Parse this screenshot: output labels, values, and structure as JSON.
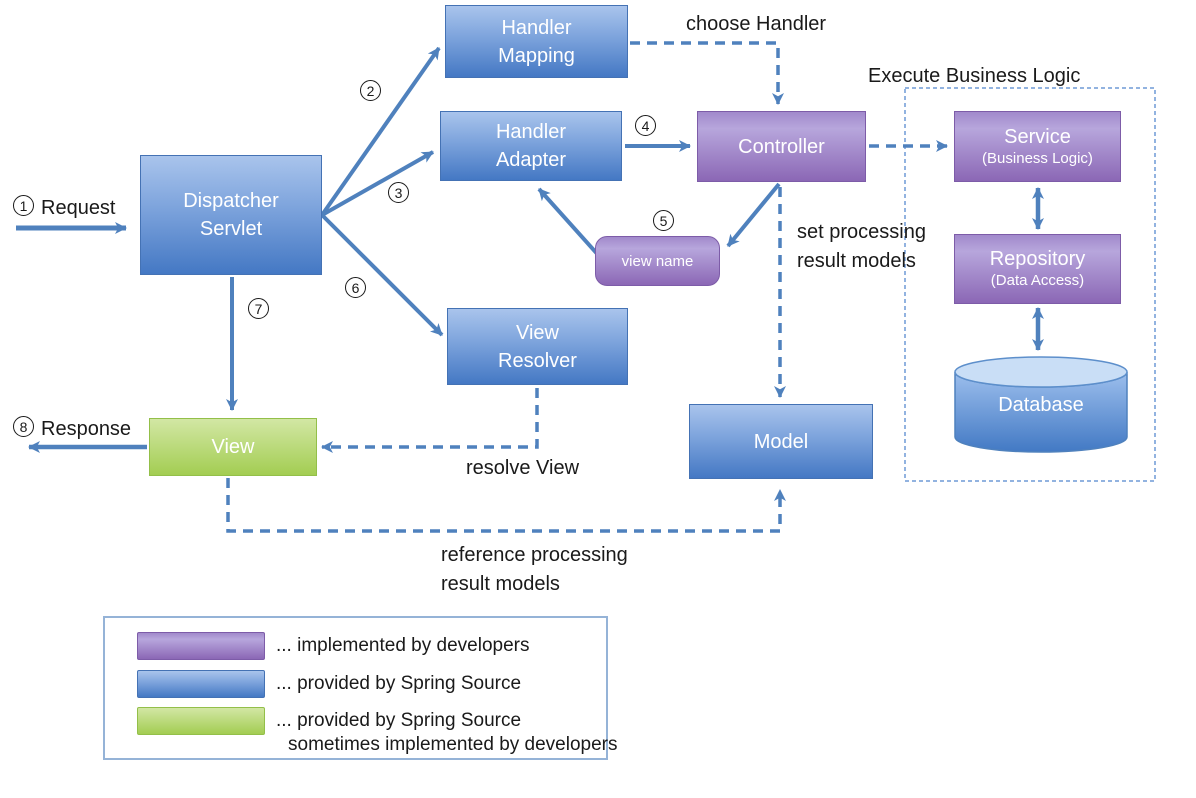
{
  "nodes": {
    "dispatcher_servlet": "Dispatcher Servlet",
    "handler_mapping": "Handler Mapping",
    "handler_adapter": "Handler Adapter",
    "controller": "Controller",
    "view_name": "view name",
    "service": "Service",
    "service_sub": "(Business Logic)",
    "repository": "Repository",
    "repository_sub": "(Data Access)",
    "database": "Database",
    "view_resolver": "View Resolver",
    "view": "View",
    "model": "Model"
  },
  "steps": {
    "s1": {
      "num": "1",
      "label": "Request"
    },
    "s2": {
      "num": "2"
    },
    "s3": {
      "num": "3"
    },
    "s4": {
      "num": "4"
    },
    "s5": {
      "num": "5"
    },
    "s6": {
      "num": "6"
    },
    "s7": {
      "num": "7"
    },
    "s8": {
      "num": "8",
      "label": "Response"
    }
  },
  "annotations": {
    "choose_handler": "choose Handler",
    "execute_business_logic": "Execute Business Logic",
    "set_processing_result_models": "set processing result models",
    "resolve_view": "resolve View",
    "reference_processing_result_models": "reference processing result models"
  },
  "legend": {
    "items": [
      {
        "color": "#8b67b5",
        "label": "... implemented by developers"
      },
      {
        "color": "#4f81bd",
        "label": "... provided by Spring Source"
      },
      {
        "color": "#a3cd52",
        "label": "... provided by Spring Source",
        "label2": "sometimes implemented by developers"
      }
    ]
  },
  "colors": {
    "node_blue": "#4f81bd",
    "node_purple": "#8b67b5",
    "node_green": "#a3cd52",
    "arrow_blue": "#4f81bd",
    "dotted_container_border": "#6f9ad6",
    "legend_border": "#95b3d7"
  }
}
